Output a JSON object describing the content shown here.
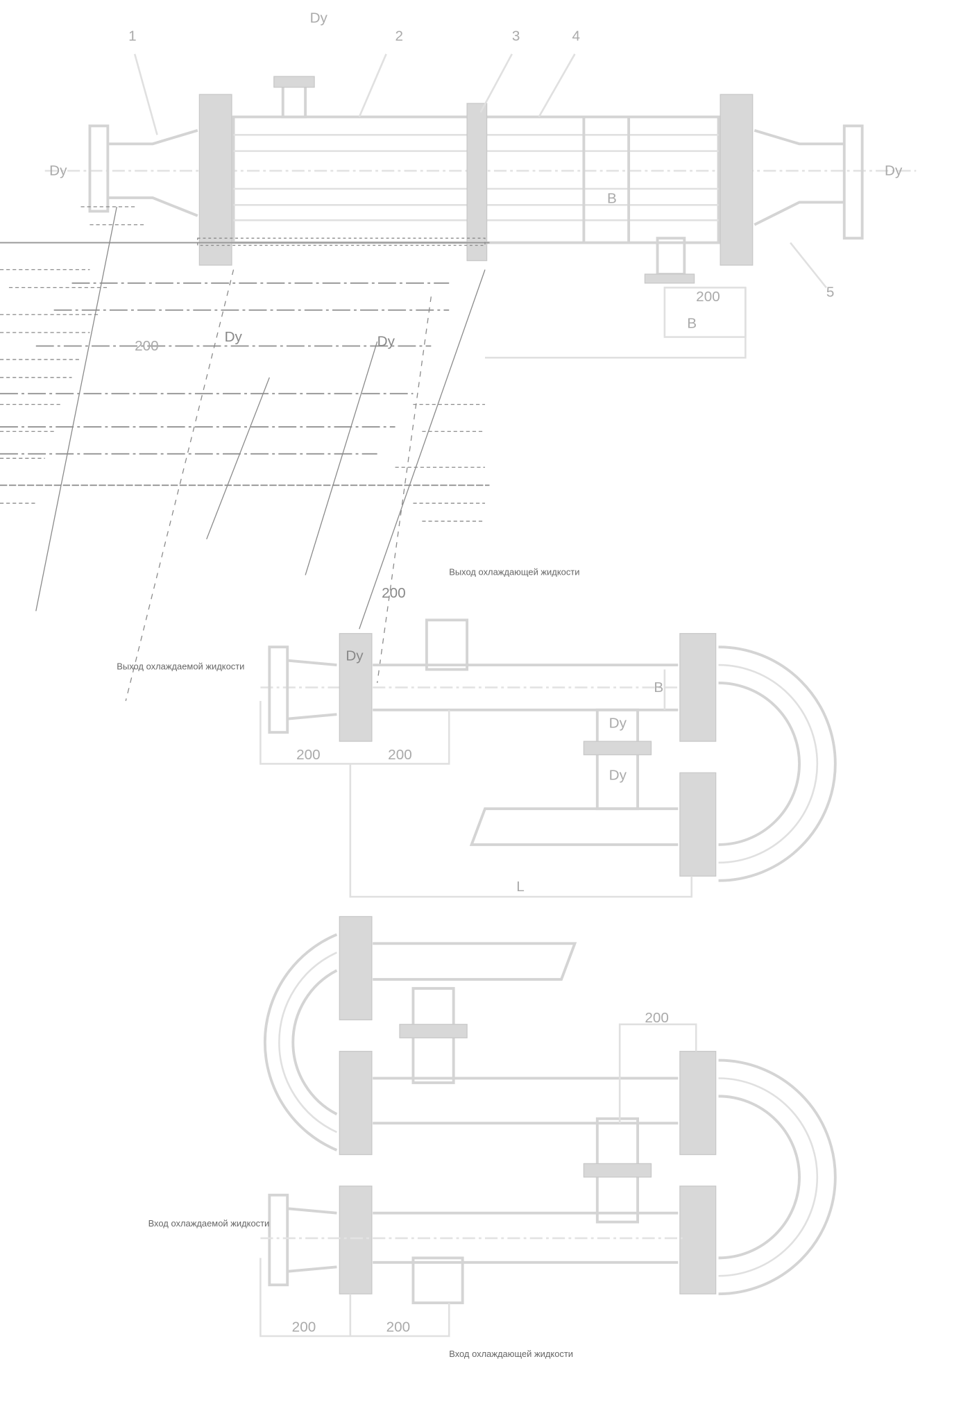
{
  "drawing": {
    "top_exchanger": {
      "position_numbers": [
        "1",
        "2",
        "3",
        "4",
        "5"
      ],
      "nozzle_label": "Dy",
      "left_port_label": "Dy",
      "right_port_label": "Dy",
      "section_label": "B",
      "dimension": "200",
      "dimension_b": "B",
      "section_dims": [
        "Dy",
        "Dy",
        "200"
      ]
    },
    "middle_exchanger": {
      "inlet_label": "Выход охлаждаемой жидкости",
      "outlet_label": "Выход охлаждающей жидкости",
      "dims": [
        "200",
        "200",
        "200",
        "Dy",
        "B"
      ],
      "length_label": "L",
      "nozzle_labels": [
        "Dy",
        "Dy"
      ]
    },
    "bottom_exchanger": {
      "inlet_label": "Вход охлаждаемой жидкости",
      "outlet_label": "Вход охлаждающей жидкости",
      "dims": [
        "200",
        "200",
        "200"
      ]
    }
  }
}
